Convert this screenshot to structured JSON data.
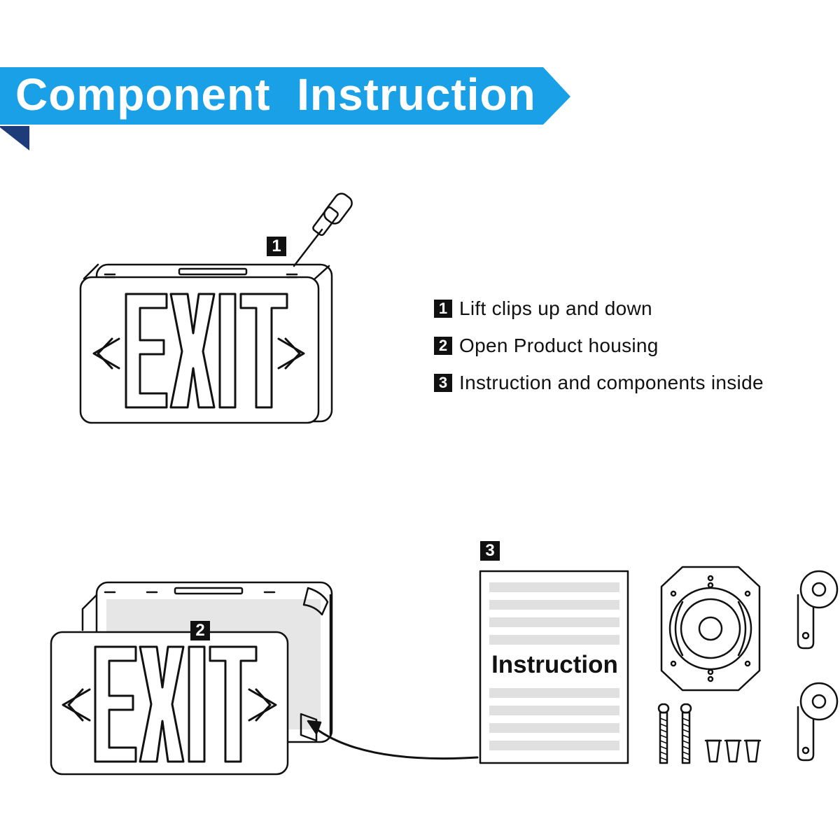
{
  "banner": {
    "title": "Component  Instruction",
    "color": "#1aa0e6",
    "shadow_color": "#1f3c7a"
  },
  "steps": [
    {
      "num": "1",
      "text": "Lift clips up and down"
    },
    {
      "num": "2",
      "text": "Open Product housing"
    },
    {
      "num": "3",
      "text": "Instruction and components inside"
    }
  ],
  "figure_badges": {
    "sign_top": "1",
    "sign_open": "2",
    "parts": "3"
  },
  "sign_text": "EXIT",
  "document_label": "Instruction"
}
